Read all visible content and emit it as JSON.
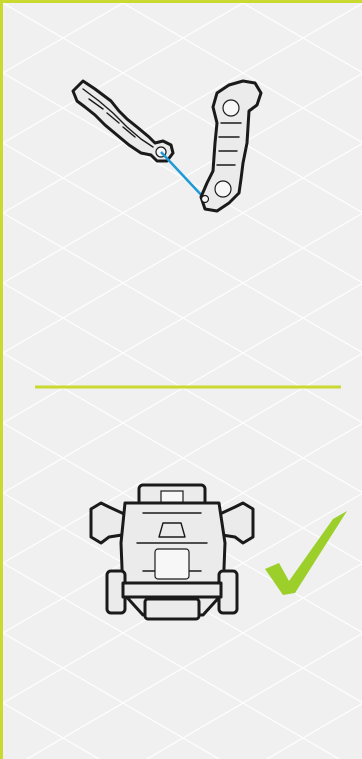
{
  "instruction": {
    "step_panel": "attach-parts",
    "result_panel": "assembled-model",
    "result_status": "correct"
  },
  "colors": {
    "panel_border": "#c9d930",
    "divider": "#c9d930",
    "connector_line": "#1f9ad6",
    "checkmark": "#9ccf2a",
    "background": "#f0f0f0"
  },
  "icons": {
    "connector": "connector-line-icon",
    "check": "checkmark-icon"
  }
}
